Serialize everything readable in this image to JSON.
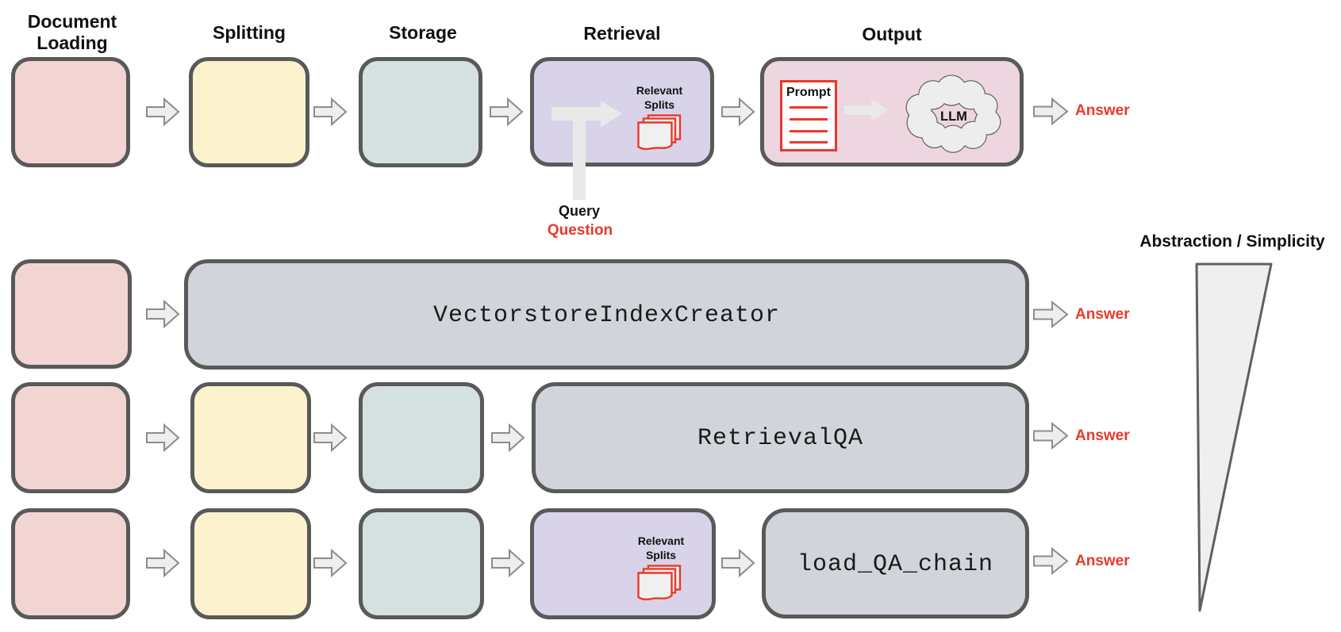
{
  "colors": {
    "pink_box": "#f2d5d3",
    "yellow_box": "#fcf2ce",
    "teal_box": "#d5e1e0",
    "purple_box": "#d8d3e8",
    "mauve_box": "#edd6e0",
    "gray_box": "#d1d5db",
    "box_border": "#595959",
    "accent_red": "#e8392c",
    "arrow_fill": "#eeeeee",
    "arrow_stroke": "#8c8c8c",
    "light_arrow": "#e9e9e9",
    "cloud_fill": "#ededed",
    "docs_fill": "#f0f0f0"
  },
  "labels": {
    "doc_loading_line1": "Document",
    "doc_loading_line2": "Loading",
    "splitting": "Splitting",
    "storage": "Storage",
    "retrieval": "Retrieval",
    "output": "Output",
    "relevant_splits_line1": "Relevant",
    "relevant_splits_line2": "Splits",
    "prompt": "Prompt",
    "llm": "LLM",
    "query": "Query",
    "question": "Question",
    "answer": "Answer",
    "abstraction_title": "Abstraction / Simplicity"
  },
  "abstractions": {
    "vectorstore_index_creator": "VectorstoreIndexCreator",
    "retrieval_qa": "RetrievalQA",
    "load_qa_chain": "load_QA_chain"
  }
}
